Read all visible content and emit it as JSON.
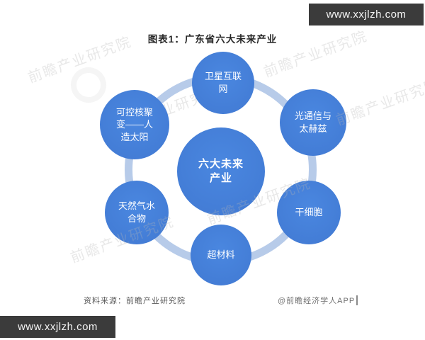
{
  "banner": {
    "url_text": "www.xxjlzh.com"
  },
  "title": "图表1：广东省六大未来产业",
  "diagram": {
    "type": "hub-and-spoke",
    "center": {
      "label": "六大未来产业"
    },
    "satellites": [
      {
        "position": "top",
        "label": "卫星互联网"
      },
      {
        "position": "top-right",
        "label": "光通信与太赫兹"
      },
      {
        "position": "bottom-right",
        "label": "干细胞"
      },
      {
        "position": "bottom",
        "label": "超材料"
      },
      {
        "position": "bottom-left",
        "label": "天然气水合物"
      },
      {
        "position": "top-left",
        "label": "可控核聚变——人造太阳"
      }
    ]
  },
  "footer": {
    "source": "资料来源：前瞻产业研究院",
    "credit": "@前瞻经济学人APP"
  },
  "watermark": {
    "text": "前瞻产业研究院"
  },
  "colors": {
    "circle_blue": "#4381DB",
    "ring_blue": "#B7CBE9",
    "banner_bg": "#3B3B3B",
    "banner_text": "#FFFFFF",
    "title_text": "#262626",
    "footer_text": "#595959"
  }
}
